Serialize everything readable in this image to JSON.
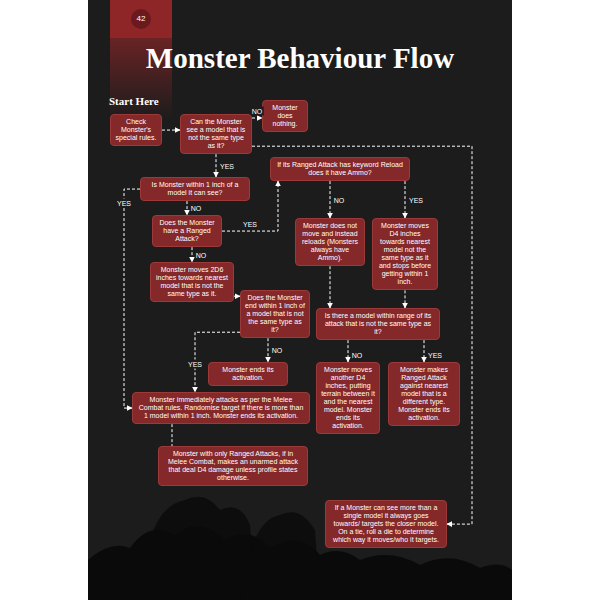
{
  "diagram": {
    "title": "Monster Behaviour Flow",
    "nodes": [
      {
        "text": [
          "Check Monster's special rules."
        ]
      },
      {
        "text": [
          "Can the Monster see a model that is not the same type as it?"
        ]
      },
      {
        "text": [
          "Monster does nothing."
        ]
      },
      {
        "text": [
          "If its Ranged Attack has keyword Reload does it have Ammo?"
        ]
      },
      {
        "text": [
          "Is Monster within 1 inch of a model it can see?"
        ]
      },
      {
        "text": [
          "Does the Monster have a Ranged Attack?"
        ]
      },
      {
        "text": [
          "Monster does not move and instead reloads (Monsters always have Ammo)."
        ]
      },
      {
        "text": [
          "Monster moves D4 inches towards nearest model not the same type as it and stops before getting within 1 inch."
        ]
      },
      {
        "text": [
          "Monster moves 2D6 inches towards nearest model that is not the same type as it."
        ]
      },
      {
        "text": [
          "Does the Monster end within 1 inch of a model that is not the same type as it?"
        ]
      },
      {
        "text": [
          "Is there a model within range of its attack that is not the same type as it?"
        ]
      },
      {
        "text": [
          "Monster ends its activation."
        ]
      },
      {
        "text": [
          "Monster moves another D4 inches, putting terrain between it and the nearest model. Monster ends its activation."
        ]
      },
      {
        "text": [
          "Monster makes Ranged Attack against nearest model that is a different type. Monster ends its activation."
        ]
      },
      {
        "text": [
          "Monster immediately attacks as per the Melee Combat rules. Randomise target if there is more than 1 model within 1 inch. Monster ends its activation."
        ]
      },
      {
        "text": [
          "Monster with only Ranged Attacks, if in Melee Combat, makes an unarmed attack that deal D4 damage unless profile states otherwise."
        ]
      },
      {
        "text": [
          "If a Monster can see more than a single model it always goes towards/ targets the closer model. On a tie, roll a die to determine which way it moves/who it targets."
        ]
      }
    ],
    "edges": [
      {
        "from": 0,
        "to": 1,
        "arrow": "to"
      },
      {
        "from": 1,
        "to": 2,
        "label": "NO",
        "arrow": "to"
      },
      {
        "from": 1,
        "to": 4,
        "label": "YES",
        "arrow": "to"
      },
      {
        "from": 1,
        "to": 16,
        "arrow": "to"
      },
      {
        "from": 4,
        "to": 14,
        "label": "YES",
        "arrow": "to"
      },
      {
        "from": 4,
        "to": 5,
        "label": "NO",
        "arrow": "to"
      },
      {
        "from": 5,
        "to": 3,
        "label": "YES",
        "arrow": "to"
      },
      {
        "from": 5,
        "to": 8,
        "label": "NO",
        "arrow": "to"
      },
      {
        "from": 3,
        "to": 6,
        "label": "NO",
        "arrow": "to"
      },
      {
        "from": 3,
        "to": 7,
        "label": "YES",
        "arrow": "to"
      },
      {
        "from": 8,
        "to": 9,
        "arrow": "to"
      },
      {
        "from": 9,
        "to": 14,
        "label": "YES",
        "arrow": "to"
      },
      {
        "from": 9,
        "to": 11,
        "label": "NO",
        "arrow": "to"
      },
      {
        "from": 6,
        "to": 10,
        "arrow": "to"
      },
      {
        "from": 7,
        "to": 10,
        "arrow": "to"
      },
      {
        "from": 10,
        "to": 12,
        "label": "NO",
        "arrow": "to"
      },
      {
        "from": 10,
        "to": 13,
        "label": "YES",
        "arrow": "to"
      },
      {
        "from": 14,
        "to": 15,
        "arrow": "none"
      }
    ],
    "labels": [
      "42",
      "Start Here"
    ]
  }
}
